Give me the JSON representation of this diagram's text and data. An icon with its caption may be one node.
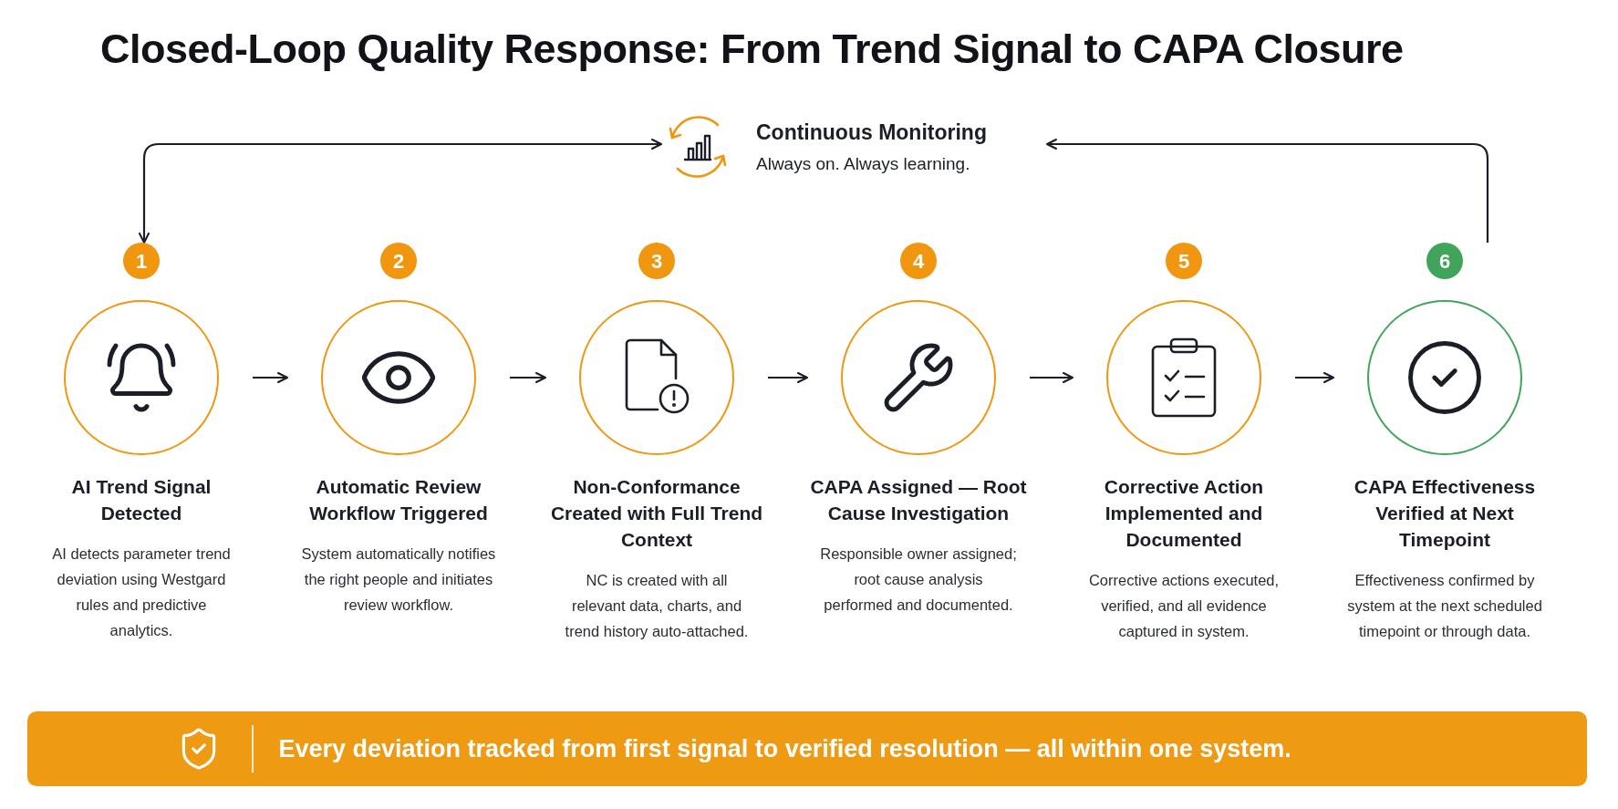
{
  "diagram": {
    "title": "Closed-Loop Quality Response: From Trend Signal to CAPA Closure",
    "nodes": [
      {
        "text": [
          "Continuous Monitoring",
          "Always on. Always learning."
        ]
      },
      {
        "text": [
          "AI Trend Signal Detected",
          "AI detects parameter trend deviation using Westgard rules and predictive analytics."
        ],
        "beside": [
          "1"
        ]
      },
      {
        "text": [
          "Automatic Review Workflow Triggered",
          "System automatically notifies the right people and initiates review workflow."
        ],
        "beside": [
          "2"
        ]
      },
      {
        "text": [
          "Non-Conformance Created with Full Trend Context",
          "NC is created with all relevant data, charts, and trend history auto-attached."
        ],
        "beside": [
          "3"
        ]
      },
      {
        "text": [
          "CAPA Assigned — Root Cause Investigation",
          "Responsible owner assigned; root cause analysis performed and documented."
        ],
        "beside": [
          "4"
        ]
      },
      {
        "text": [
          "Corrective Action Implemented and Documented",
          "Corrective actions executed, verified, and all evidence captured in system."
        ],
        "beside": [
          "5"
        ]
      },
      {
        "text": [
          "CAPA Effectiveness Verified at Next Timepoint",
          "Effectiveness confirmed by system at the next scheduled timepoint or through data."
        ],
        "beside": [
          "6"
        ]
      },
      {
        "text": [
          "Every deviation tracked from first signal to verified resolution — all within one system."
        ]
      }
    ],
    "edges": [
      {
        "from": 0,
        "to": 1,
        "arrow": "both"
      },
      {
        "from": 1,
        "to": 2,
        "arrow": "to"
      },
      {
        "from": 2,
        "to": 3,
        "arrow": "to"
      },
      {
        "from": 3,
        "to": 4,
        "arrow": "to"
      },
      {
        "from": 4,
        "to": 5,
        "arrow": "to"
      },
      {
        "from": 5,
        "to": 6,
        "arrow": "to"
      },
      {
        "from": 6,
        "to": 0,
        "arrow": "to"
      }
    ]
  }
}
